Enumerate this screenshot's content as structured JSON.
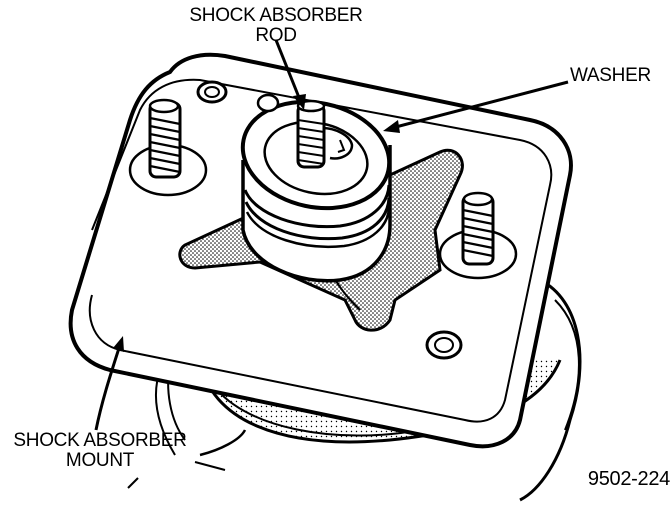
{
  "labels": {
    "rod_line1": "SHOCK ABSORBER",
    "rod_line2": "ROD",
    "washer": "WASHER",
    "mount_line1": "SHOCK ABSORBER",
    "mount_line2": "MOUNT",
    "figure_number": "9502-224"
  },
  "colors": {
    "ink": "#000000",
    "paper": "#ffffff"
  }
}
